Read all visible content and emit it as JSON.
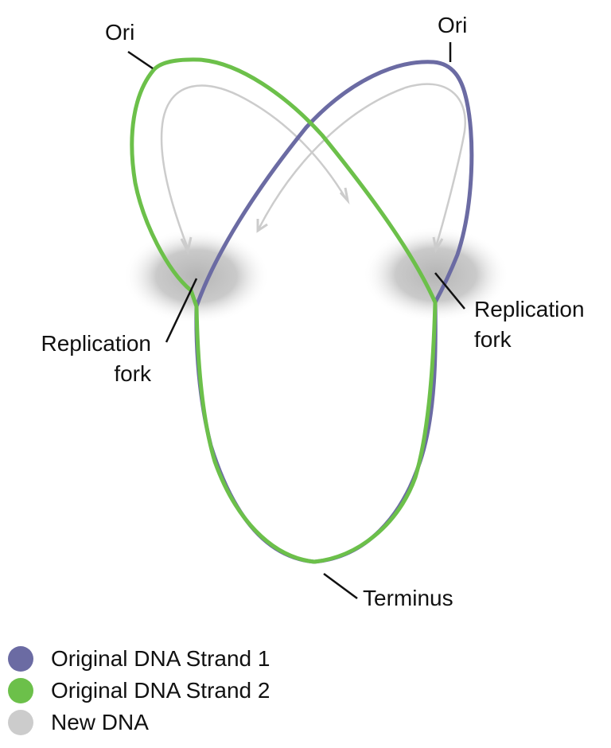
{
  "colors": {
    "strand1": "#6b6ba3",
    "strand2": "#6cc04a",
    "new_dna": "#cccccc",
    "fork_glow": "#bdbdbd",
    "leader": "#111111"
  },
  "labels": {
    "ori_left": "Ori",
    "ori_right": "Ori",
    "fork_left_line1": "Replication",
    "fork_left_line2": "fork",
    "fork_right_line1": "Replication",
    "fork_right_line2": "fork",
    "terminus": "Terminus"
  },
  "legend": {
    "items": [
      {
        "label": "Original DNA Strand 1",
        "color": "#6b6ba3"
      },
      {
        "label": "Original DNA Strand 2",
        "color": "#6cc04a"
      },
      {
        "label": "New DNA",
        "color": "#cccccc"
      }
    ]
  }
}
